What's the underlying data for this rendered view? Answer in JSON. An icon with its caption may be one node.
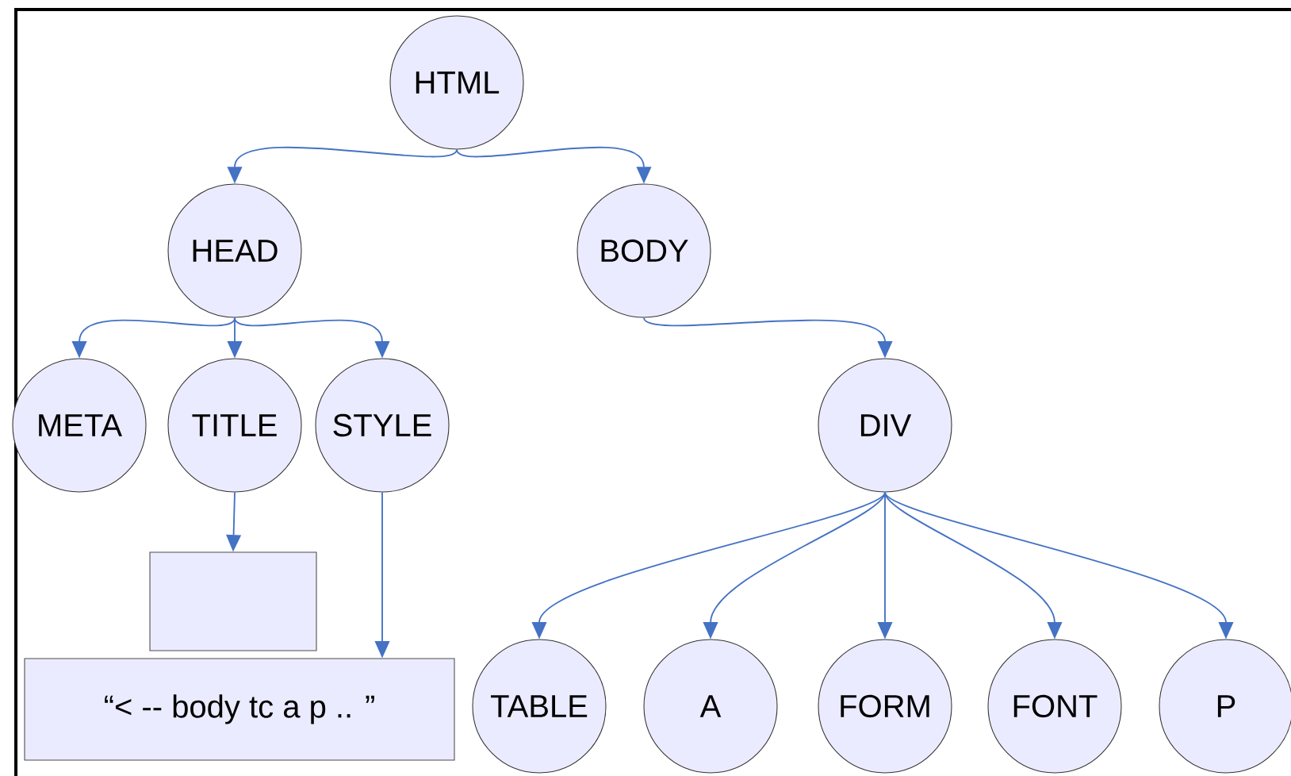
{
  "diagram": {
    "nodes": [
      {
        "text": [
          "HTML"
        ]
      },
      {
        "text": [
          "HEAD"
        ]
      },
      {
        "text": [
          "BODY"
        ]
      },
      {
        "text": [
          "META"
        ]
      },
      {
        "text": [
          "TITLE"
        ]
      },
      {
        "text": [
          "STYLE"
        ]
      },
      {
        "text": [
          "DIV"
        ]
      },
      {
        "text": [],
        "shape": "box"
      },
      {
        "text": [
          "“< -- body tc a p .. ”"
        ]
      },
      {
        "text": [
          "TABLE"
        ]
      },
      {
        "text": [
          "A"
        ]
      },
      {
        "text": [
          "FORM"
        ]
      },
      {
        "text": [
          "FONT"
        ]
      },
      {
        "text": [
          "P"
        ]
      }
    ],
    "edges": [
      {
        "from": 0,
        "to": 1,
        "arrow": "to"
      },
      {
        "from": 0,
        "to": 2,
        "arrow": "to"
      },
      {
        "from": 1,
        "to": 3,
        "arrow": "to"
      },
      {
        "from": 1,
        "to": 4,
        "arrow": "to"
      },
      {
        "from": 1,
        "to": 5,
        "arrow": "to"
      },
      {
        "from": 2,
        "to": 6,
        "arrow": "to"
      },
      {
        "from": 4,
        "to": 7,
        "arrow": "to"
      },
      {
        "from": 5,
        "to": 8,
        "arrow": "to"
      },
      {
        "from": 6,
        "to": 9,
        "arrow": "to"
      },
      {
        "from": 6,
        "to": 10,
        "arrow": "to"
      },
      {
        "from": 6,
        "to": 11,
        "arrow": "to"
      },
      {
        "from": 6,
        "to": 12,
        "arrow": "to"
      },
      {
        "from": 6,
        "to": 13,
        "arrow": "to"
      }
    ]
  }
}
